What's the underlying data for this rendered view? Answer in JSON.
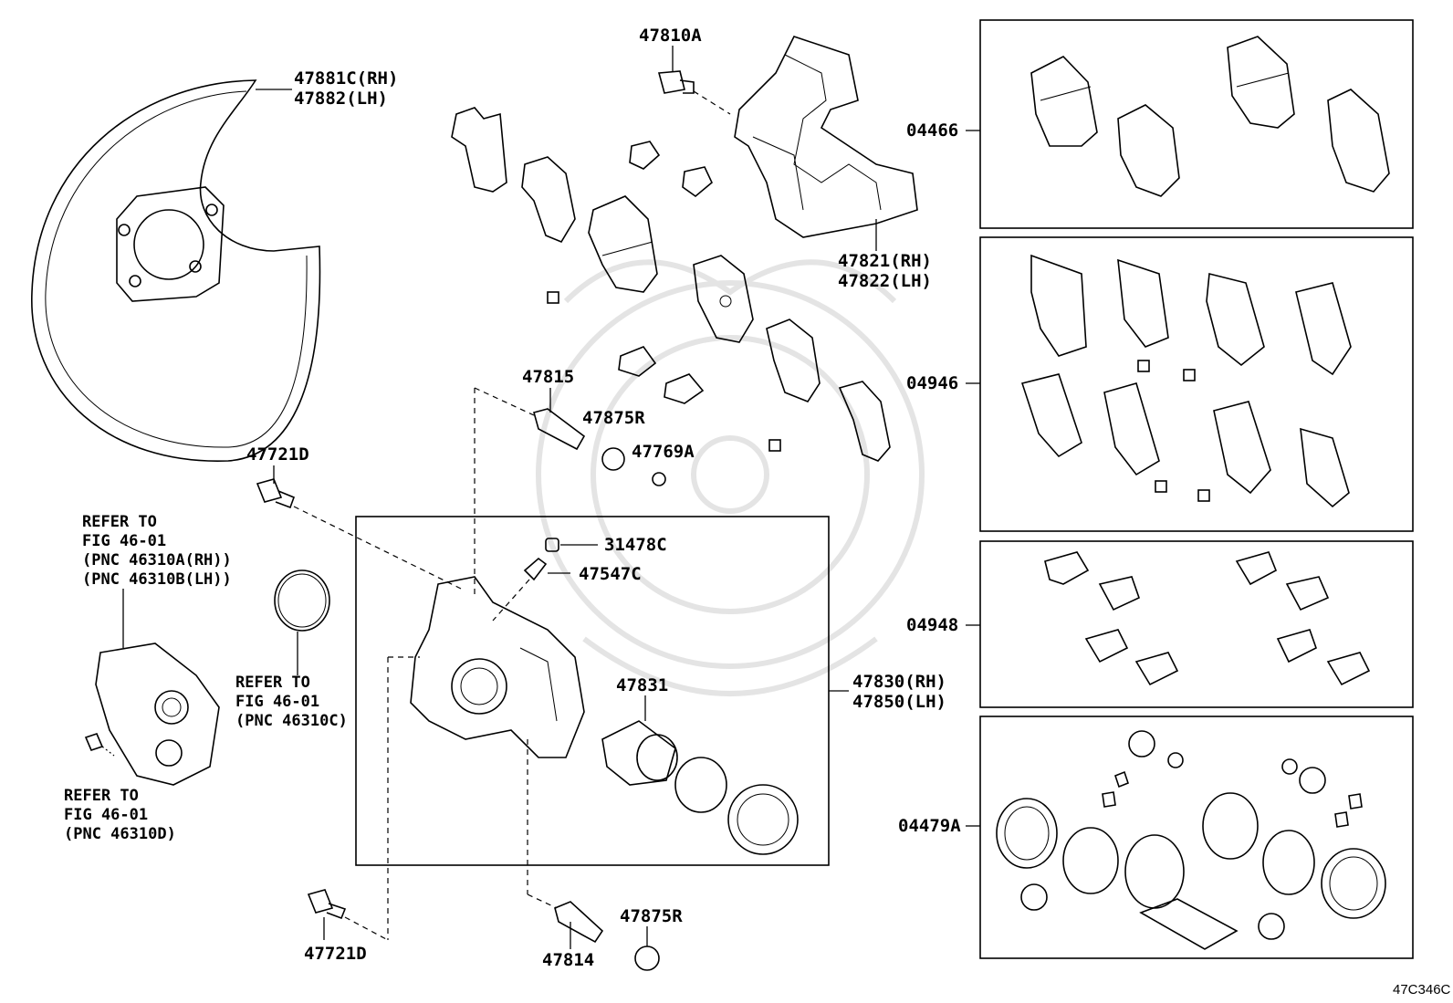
{
  "diagram_code": "47C346C",
  "labels": {
    "shield": "47881C(RH)\n47882(LH)",
    "bracket_bolt": "47810A",
    "mounting": "47821(RH)\n47822(LH)",
    "pin_47815": "47815",
    "boot_47875R_top": "47875R",
    "bush_47769A": "47769A",
    "bolt_47721D_top": "47721D",
    "bolt_47721D_bottom": "47721D",
    "cap_31478C": "31478C",
    "bleeder_47547C": "47547C",
    "piston_47831": "47831",
    "caliper": "47830(RH)\n47850(LH)",
    "pin_47814": "47814",
    "boot_47875R_bottom": "47875R",
    "ref_actuator": "REFER TO\nFIG 46-01\n(PNC 46310A(RH))\n(PNC 46310B(LH))",
    "ref_ring": "REFER TO\nFIG 46-01\n(PNC 46310C)",
    "ref_bolt": "REFER TO\nFIG 46-01\n(PNC 46310D)",
    "kit_pads": "04466",
    "kit_shims": "04946",
    "kit_clips": "04948",
    "kit_seals": "04479A"
  }
}
